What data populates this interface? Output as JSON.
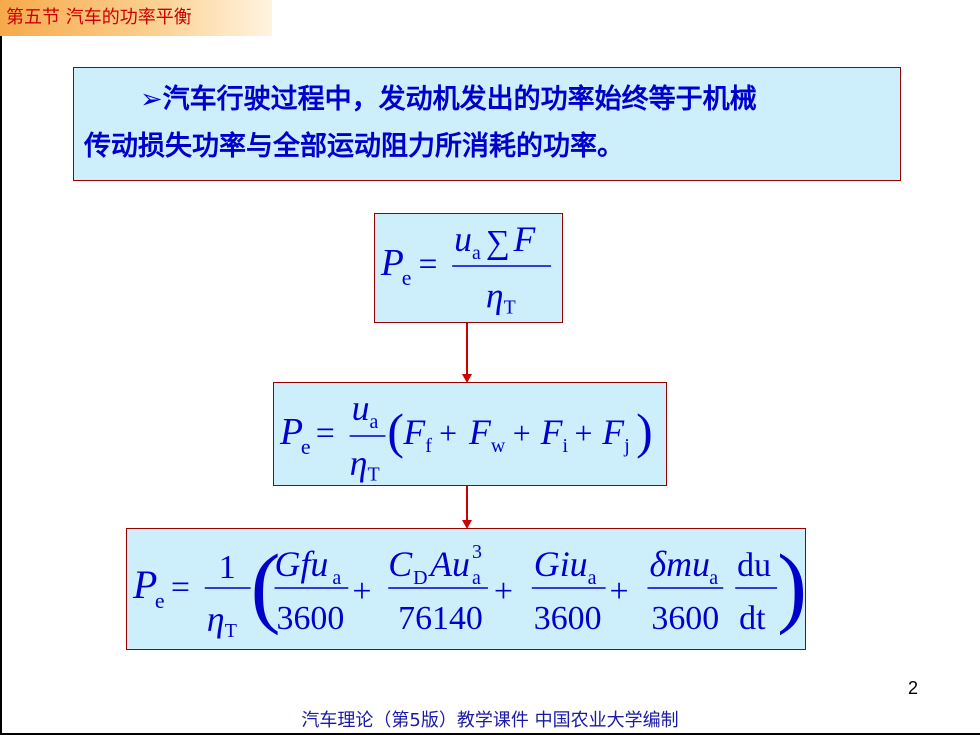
{
  "header": {
    "section_title": "第五节  汽车的功率平衡"
  },
  "intro": {
    "line1": "➢汽车行驶过程中，发动机发出的功率始终等于机械",
    "line2": "传动损失功率与全部运动阻力所消耗的功率。"
  },
  "formulas": {
    "f1": {
      "lhs": "P",
      "lhs_sub": "e",
      "eq": "=",
      "num_u": "u",
      "num_u_sub": "a",
      "sigma": "∑",
      "num_F": "F",
      "den": "η",
      "den_sub": "T"
    },
    "f2": {
      "lhs": "P",
      "lhs_sub": "e",
      "eq": "=",
      "num": "u",
      "num_sub": "a",
      "den": "η",
      "den_sub": "T",
      "lparen": "(",
      "rparen": ")",
      "plus": "+",
      "F": "F",
      "sub_f": "f",
      "sub_w": "w",
      "sub_i": "i",
      "sub_j": "j"
    },
    "f3": {
      "lhs": "P",
      "lhs_sub": "e",
      "eq": "=",
      "one": "1",
      "eta": "η",
      "eta_sub": "T",
      "lparen": "(",
      "rparen": ")",
      "plus": "+",
      "t1_num": "Gfu",
      "t1_sub": "a",
      "t1_den": "3600",
      "t2_C": "C",
      "t2_C_sub": "D",
      "t2_Au": "Au",
      "t2_sup": "3",
      "t2_sub": "a",
      "t2_den": "76140",
      "t3_num": "Giu",
      "t3_sub": "a",
      "t3_den": "3600",
      "t4_num": "δmu",
      "t4_sub": "a",
      "t4_den": "3600",
      "d_num": "du",
      "d_den": "dt"
    }
  },
  "page_number": "2",
  "footer": {
    "text": "汽车理论（第5版）教学课件   中国农业大学编制"
  }
}
